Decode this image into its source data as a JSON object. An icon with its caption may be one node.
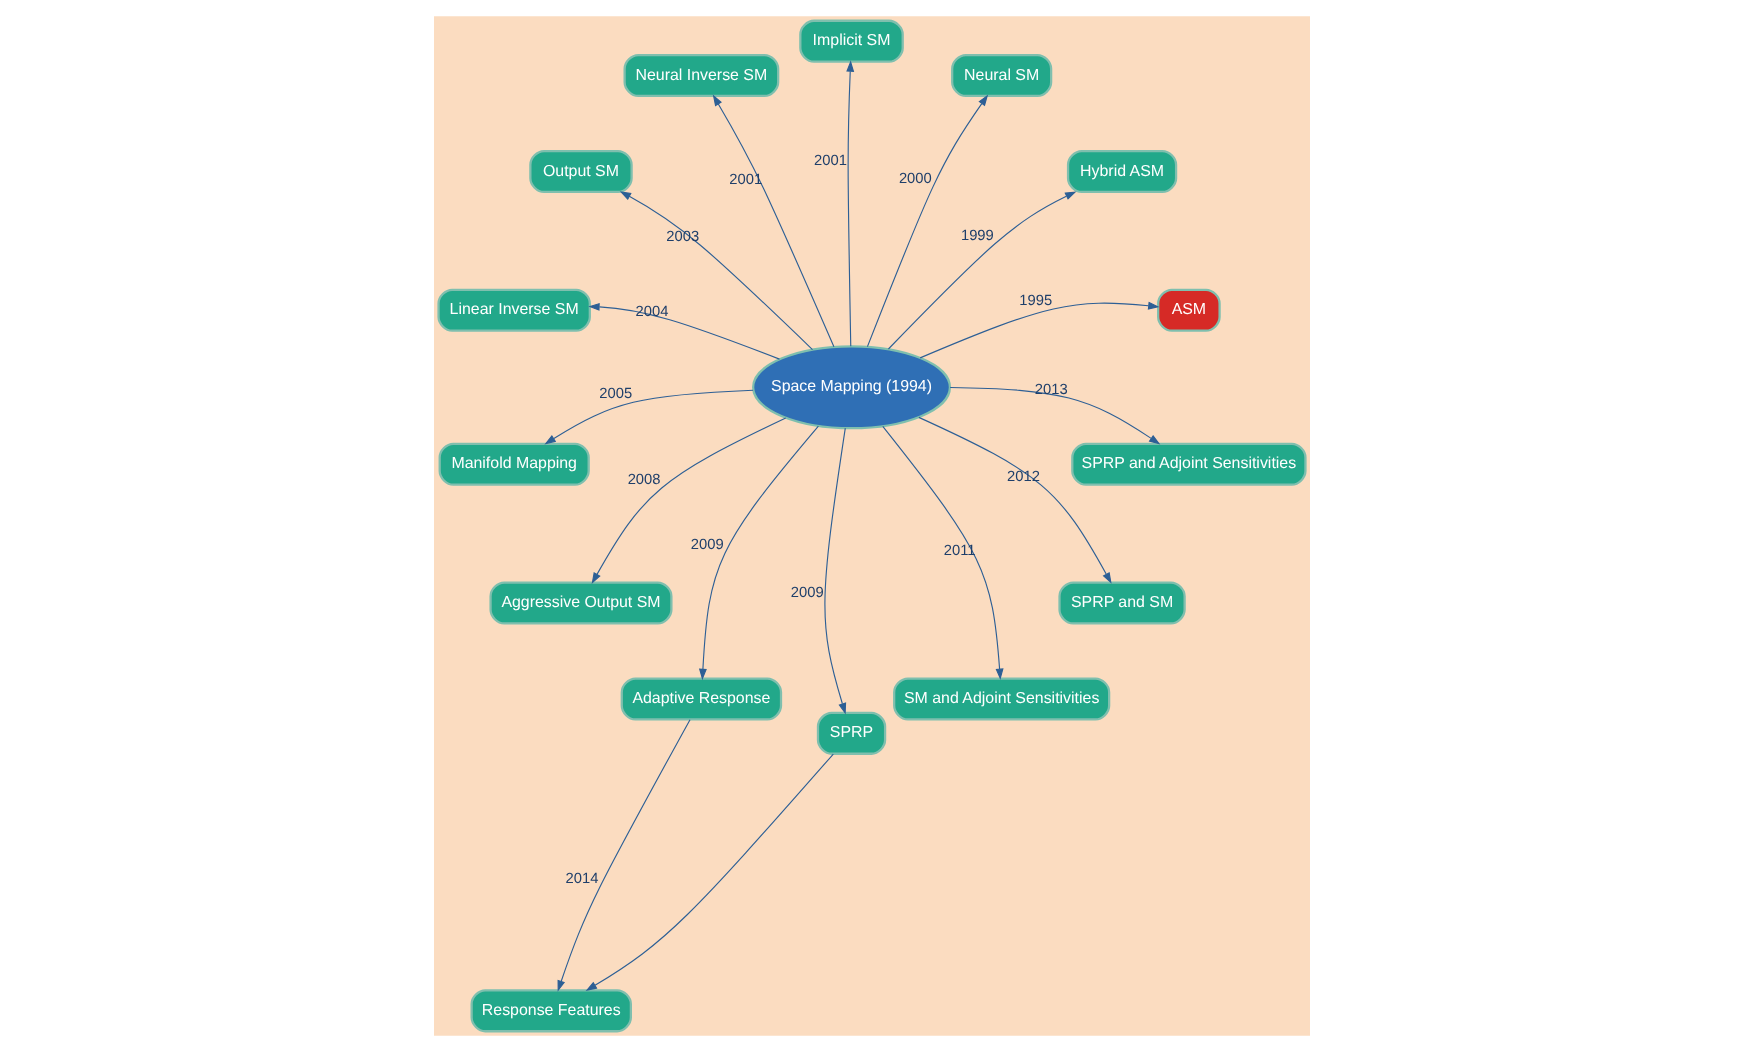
{
  "diagram": {
    "nodes": [
      {
        "text": [
          "Space Mapping (1994)"
        ]
      },
      {
        "text": [
          "ASM"
        ]
      },
      {
        "text": [
          "Hybrid ASM"
        ]
      },
      {
        "text": [
          "Neural SM"
        ]
      },
      {
        "text": [
          "Implicit SM"
        ]
      },
      {
        "text": [
          "Neural Inverse SM"
        ]
      },
      {
        "text": [
          "Output SM"
        ]
      },
      {
        "text": [
          "Linear Inverse SM"
        ]
      },
      {
        "text": [
          "Manifold Mapping"
        ]
      },
      {
        "text": [
          "Aggressive Output SM"
        ]
      },
      {
        "text": [
          "Adaptive Response"
        ]
      },
      {
        "text": [
          "SPRP"
        ]
      },
      {
        "text": [
          "SM and Adjoint Sensitivities"
        ]
      },
      {
        "text": [
          "SPRP and SM"
        ]
      },
      {
        "text": [
          "SPRP and Adjoint Sensitivities"
        ]
      },
      {
        "text": [
          "Response Features"
        ]
      }
    ],
    "edges": [
      {
        "from": 0,
        "to": 1,
        "arrow": "to",
        "label": "1995"
      },
      {
        "from": 0,
        "to": 2,
        "arrow": "to",
        "label": "1999"
      },
      {
        "from": 0,
        "to": 3,
        "arrow": "to",
        "label": "2000"
      },
      {
        "from": 0,
        "to": 4,
        "arrow": "to",
        "label": "2001"
      },
      {
        "from": 0,
        "to": 5,
        "arrow": "to",
        "label": "2001"
      },
      {
        "from": 0,
        "to": 6,
        "arrow": "to",
        "label": "2003"
      },
      {
        "from": 0,
        "to": 7,
        "arrow": "to",
        "label": "2004"
      },
      {
        "from": 0,
        "to": 8,
        "arrow": "to",
        "label": "2005"
      },
      {
        "from": 0,
        "to": 9,
        "arrow": "to",
        "label": "2008"
      },
      {
        "from": 0,
        "to": 10,
        "arrow": "to",
        "label": "2009"
      },
      {
        "from": 0,
        "to": 11,
        "arrow": "to",
        "label": "2009"
      },
      {
        "from": 0,
        "to": 12,
        "arrow": "to",
        "label": "2011"
      },
      {
        "from": 0,
        "to": 13,
        "arrow": "to",
        "label": "2012"
      },
      {
        "from": 0,
        "to": 14,
        "arrow": "to",
        "label": "2013"
      },
      {
        "from": 10,
        "to": 15,
        "arrow": "to",
        "label": "2014"
      },
      {
        "from": 11,
        "to": 15,
        "arrow": "to"
      }
    ]
  }
}
